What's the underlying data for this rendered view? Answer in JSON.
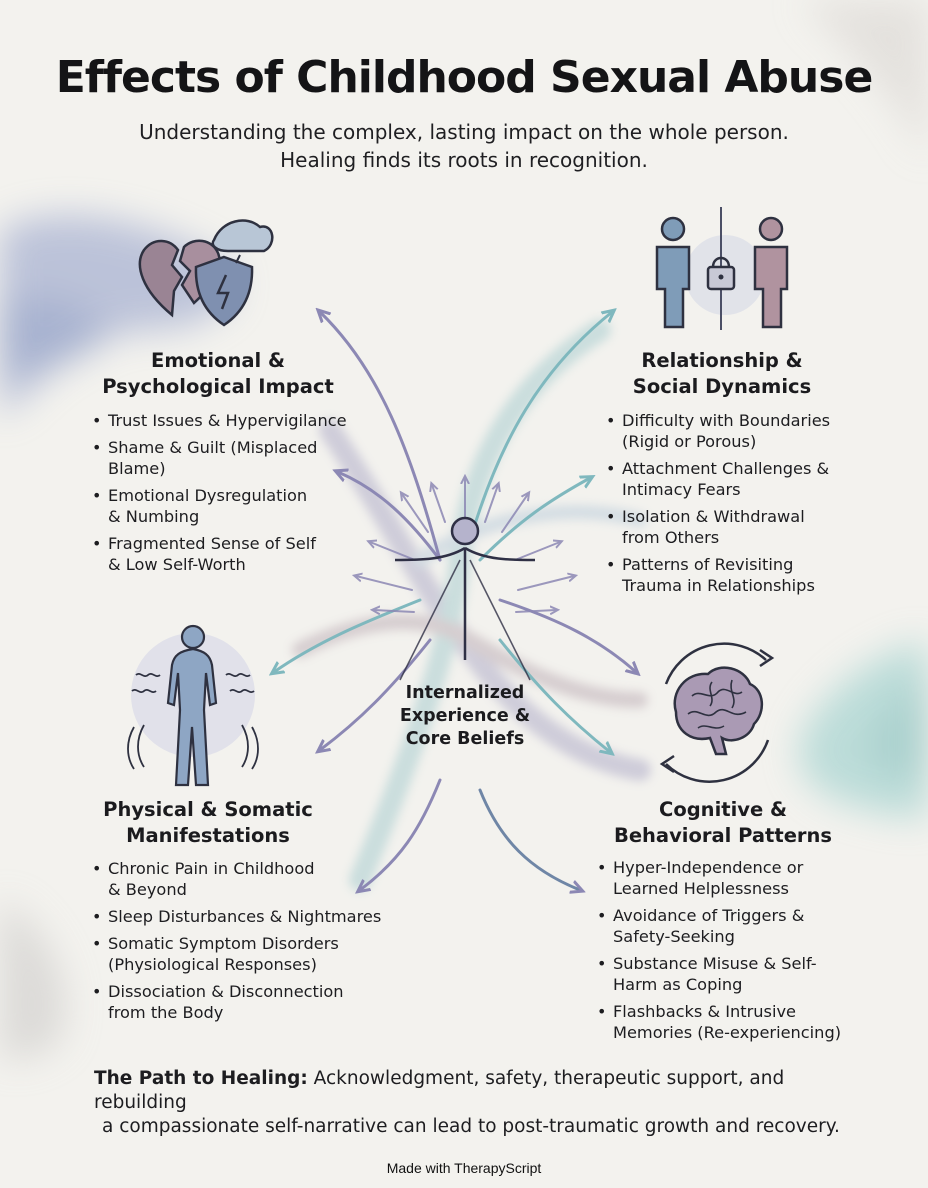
{
  "header": {
    "title": "Effects of Childhood Sexual Abuse",
    "subtitle_line1": "Understanding the complex, lasting impact on the whole person.",
    "subtitle_line2": "Healing finds its roots in recognition."
  },
  "center": {
    "line1": "Internalized",
    "line2": "Experience &",
    "line3": "Core Beliefs"
  },
  "sections": {
    "emotional": {
      "title_line1": "Emotional &",
      "title_line2": "Psychological Impact",
      "icon": "broken-heart-shield-icon",
      "items": [
        {
          "line1": "Trust Issues & Hypervigilance",
          "line2": ""
        },
        {
          "line1": "Shame & Guilt (Misplaced",
          "line2": "Blame)"
        },
        {
          "line1": "Emotional Dysregulation",
          "line2": "& Numbing"
        },
        {
          "line1": "Fragmented Sense of Self",
          "line2": "& Low Self-Worth"
        }
      ]
    },
    "relationship": {
      "title_line1": "Relationship &",
      "title_line2": "Social Dynamics",
      "icon": "two-people-lock-icon",
      "items": [
        {
          "line1": "Difficulty with Boundaries",
          "line2": "(Rigid or Porous)"
        },
        {
          "line1": "Attachment Challenges &",
          "line2": "Intimacy Fears"
        },
        {
          "line1": "Isolation & Withdrawal",
          "line2": "from Others"
        },
        {
          "line1": "Patterns of Revisiting",
          "line2": "Trauma in Relationships"
        }
      ]
    },
    "physical": {
      "title_line1": "Physical & Somatic",
      "title_line2": "Manifestations",
      "icon": "body-vibration-icon",
      "items": [
        {
          "line1": "Chronic Pain in Childhood",
          "line2": "& Beyond"
        },
        {
          "line1": "Sleep Disturbances & Nightmares",
          "line2": ""
        },
        {
          "line1": "Somatic Symptom Disorders",
          "line2": "(Physiological Responses)"
        },
        {
          "line1": "Dissociation & Disconnection",
          "line2": "from the Body"
        }
      ]
    },
    "cognitive": {
      "title_line1": "Cognitive &",
      "title_line2": "Behavioral Patterns",
      "icon": "brain-cycle-icon",
      "items": [
        {
          "line1": "Hyper-Independence or",
          "line2": "Learned Helplessness"
        },
        {
          "line1": "Avoidance of Triggers &",
          "line2": "Safety-Seeking"
        },
        {
          "line1": "Substance Misuse & Self-",
          "line2": "Harm as Coping"
        },
        {
          "line1": "Flashbacks & Intrusive",
          "line2": "Memories (Re-experiencing)"
        }
      ]
    }
  },
  "footer": {
    "lead": "The Path to Healing:",
    "text_line1": " Acknowledgment, safety, therapeutic support, and rebuilding",
    "text_line2": "a compassionate self-narrative can lead to post-traumatic growth and recovery."
  },
  "credit": "Made with TherapyScript",
  "colors": {
    "background": "#f3f2ee",
    "lavender": "#8c88b4",
    "teal": "#7fb8be",
    "mauve": "#a08a98",
    "slate_blue": "#6f86a6"
  }
}
